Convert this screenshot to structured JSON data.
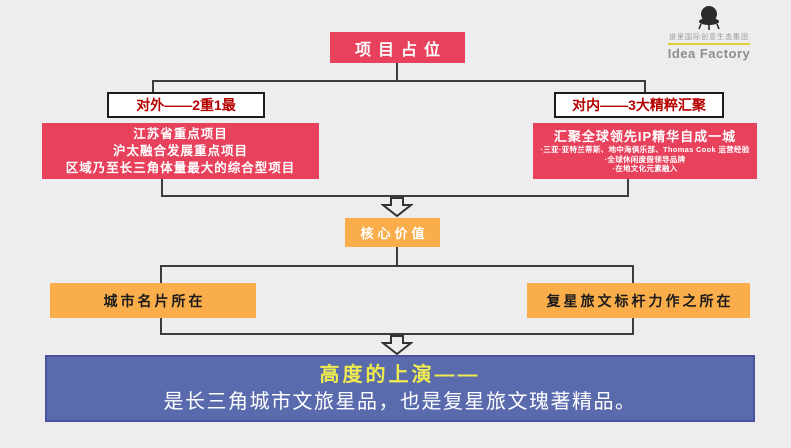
{
  "logo": {
    "company_cn": "道里国际创意生态集团",
    "company_en": "Idea Factory"
  },
  "diagram": {
    "top_box": "项目占位",
    "left_branch": {
      "label": "对外——2重1最",
      "lines": [
        "江苏省重点项目",
        "沪太融合发展重点项目",
        "区域乃至长三角体量最大的综合型项目"
      ]
    },
    "right_branch": {
      "label": "对内——3大精粹汇聚",
      "title": "汇聚全球领先IP精华自成一城",
      "bullets": [
        "·三亚·亚特兰蒂斯、地中海俱乐部、Thomas Cook 运营经验",
        "·全球休闲度假领导品牌",
        "·在地文化元素融入"
      ]
    },
    "core_value_box": "核心价值",
    "left_value_box": "城市名片所在",
    "right_value_box": "复星旅文标杆力作之所在",
    "conclusion": {
      "title": "高度的上演——",
      "body": "是长三角城市文旅星品，也是复星旅文瑰著精品。"
    }
  },
  "colors": {
    "red": "#e8415c",
    "dark_red_text": "#b50000",
    "orange": "#f9ae4b",
    "blue": "#5a6bad",
    "blue_border": "#47549b",
    "yellow_title": "#efeb4e",
    "background": "#ededef",
    "connector_line": "#3c3c3c",
    "logo_rule_yellow": "#ddcf30"
  }
}
